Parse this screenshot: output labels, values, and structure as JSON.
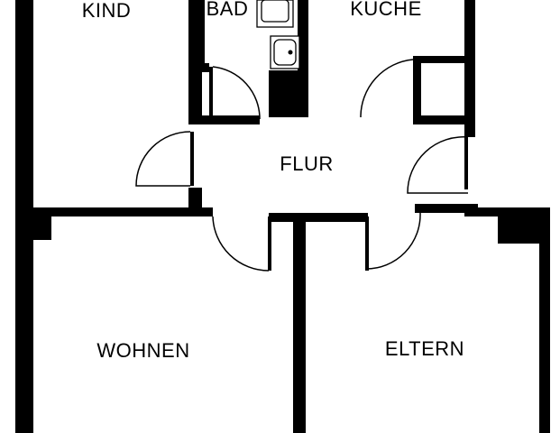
{
  "floorplan": {
    "rooms": {
      "kind": "KIND",
      "bad": "BAD",
      "kueche": "KÜCHE",
      "flur": "FLUR",
      "wohnen": "WOHNEN",
      "eltern": "ELTERN"
    },
    "colors": {
      "wall": "#000000",
      "background": "#ffffff"
    },
    "icons": [
      "bathtub-icon",
      "toilet-icon",
      "door-swing-icon"
    ]
  }
}
